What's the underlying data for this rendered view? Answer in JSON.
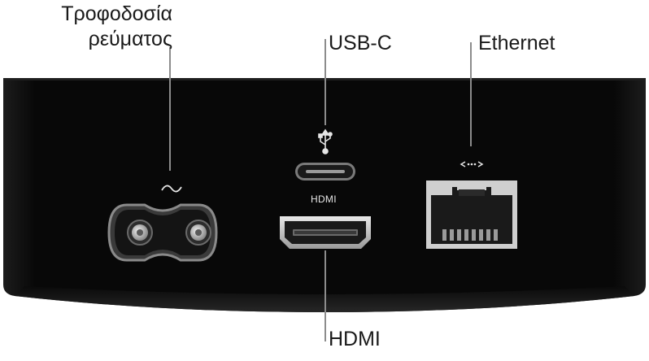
{
  "callouts": {
    "power_line1": "Τροφοδοσία",
    "power_line2": "ρεύματος",
    "usbc": "USB-C",
    "ethernet": "Ethernet",
    "hdmi": "HDMI"
  },
  "device": {
    "hdmi_port_label": "HDMI",
    "ports": [
      {
        "id": "power",
        "icon": "ac-wave-icon"
      },
      {
        "id": "usbc",
        "icon": "usb-icon"
      },
      {
        "id": "hdmi",
        "icon": "hdmi-port"
      },
      {
        "id": "ethernet",
        "icon": "ethernet-icon"
      }
    ]
  },
  "colors": {
    "device_body": "#0a0a0a",
    "device_edge": "#3a3a3a",
    "leader": "#8c8c8c",
    "port_metal": "#cfcfcf",
    "text": "#1a1a1a"
  }
}
